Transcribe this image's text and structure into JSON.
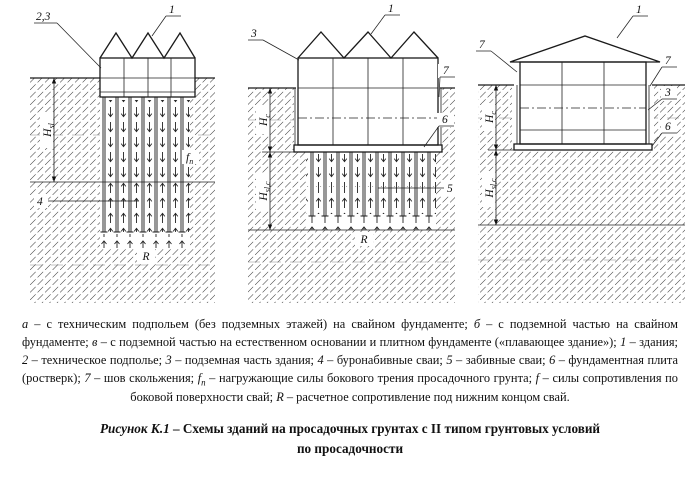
{
  "figure": {
    "panel_a": {
      "label_23": "2,3",
      "label_1": "1",
      "label_4": "4",
      "dim_H": "H",
      "dim_H_sub": "sl",
      "force_f": "f",
      "force_f_sub": "n",
      "label_R": "R"
    },
    "panel_b": {
      "label_3": "3",
      "label_1": "1",
      "label_7": "7",
      "label_6": "6",
      "label_5": "5",
      "dim_Hc": "H",
      "dim_Hc_sub": "c",
      "dim_Hslc": "H",
      "dim_Hslc_sub": "sl,c",
      "label_R": "R"
    },
    "panel_c": {
      "label_7_left": "7",
      "label_1": "1",
      "label_7_right": "7",
      "label_3": "3",
      "label_6": "6",
      "dim_Hc": "H",
      "dim_Hc_sub": "c",
      "dim_Hslc": "H",
      "dim_Hslc_sub": "sl,c"
    }
  },
  "caption": {
    "segments": [
      {
        "style": "i",
        "text": "а"
      },
      {
        "text": " – с техническим подпольем (без подземных этажей) на свайном фундаменте; "
      },
      {
        "style": "i",
        "text": "б"
      },
      {
        "text": " – с подземной частью на свайном фундаменте; "
      },
      {
        "style": "i",
        "text": "в"
      },
      {
        "text": " – с подземной частью на естественном основании и плитном фундаменте («плавающее здание»); "
      },
      {
        "style": "i",
        "text": "1"
      },
      {
        "text": " – здания; "
      },
      {
        "style": "i",
        "text": "2"
      },
      {
        "text": " – техническое подполье; "
      },
      {
        "style": "i",
        "text": "3"
      },
      {
        "text": " – подземная часть здания; "
      },
      {
        "style": "i",
        "text": "4"
      },
      {
        "text": " – буронабивные сваи; "
      },
      {
        "style": "i",
        "text": "5"
      },
      {
        "text": " – забивные сваи; "
      },
      {
        "style": "i",
        "text": "6"
      },
      {
        "text": " – фундаментная плита (ростверк); "
      },
      {
        "style": "i",
        "text": "7"
      },
      {
        "text": " – шов скольжения; "
      },
      {
        "style": "i",
        "text": "f"
      },
      {
        "style": "isub",
        "text": "n"
      },
      {
        "text": " – нагружающие силы бокового трения просадочного грунта; "
      },
      {
        "style": "i",
        "text": "f"
      },
      {
        "text": " – силы сопротивления по боковой поверхности свай; "
      },
      {
        "style": "i",
        "text": "R"
      },
      {
        "text": " – расчетное сопротивление под нижним концом свай."
      }
    ]
  },
  "title": {
    "line1_segments": [
      {
        "style": "bi",
        "text": "Рисунок К.1"
      },
      {
        "text": " – Схемы зданий на просадочных грунтах с II типом грунтовых условий"
      }
    ],
    "line2": "по просадочности"
  }
}
